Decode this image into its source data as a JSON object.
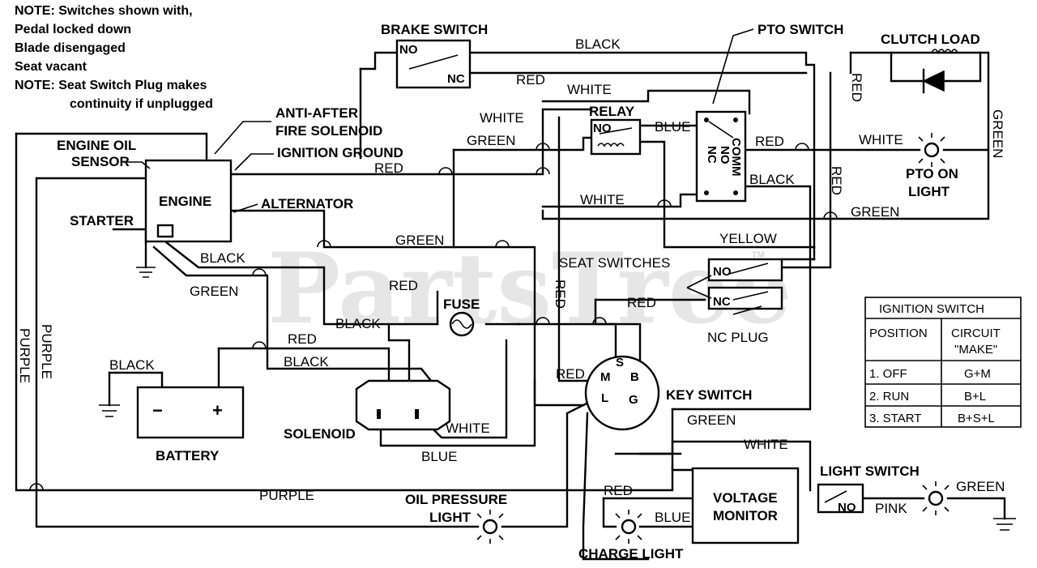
{
  "notes": [
    "NOTE: Switches shown with,",
    "Pedal locked down",
    "Blade disengaged",
    "Seat vacant",
    "NOTE: Seat Switch Plug makes",
    "continuity if unplugged"
  ],
  "watermark": "PartsTree",
  "watermark_tm": "TM",
  "components": {
    "brake_switch": "BRAKE SWITCH",
    "pto_switch": "PTO SWITCH",
    "clutch_load": "CLUTCH LOAD",
    "relay": "RELAY",
    "anti_after_fire_1": "ANTI-AFTER",
    "anti_after_fire_2": "FIRE SOLENOID",
    "ignition_ground": "IGNITION GROUND",
    "engine_oil_1": "ENGINE OIL",
    "engine_oil_2": "SENSOR",
    "engine": "ENGINE",
    "alternator": "ALTERNATOR",
    "starter": "STARTER",
    "fuse": "FUSE",
    "seat_switches": "SEAT SWITCHES",
    "nc_plug": "NC PLUG",
    "key_switch": "KEY SWITCH",
    "battery": "BATTERY",
    "solenoid": "SOLENOID",
    "oil_pressure_1": "OIL PRESSURE",
    "oil_pressure_2": "LIGHT",
    "charge_light": "CHARGE LIGHT",
    "voltage_monitor_1": "VOLTAGE",
    "voltage_monitor_2": "MONITOR",
    "light_switch": "LIGHT SWITCH",
    "pto_on_1": "PTO ON",
    "pto_on_2": "LIGHT"
  },
  "contacts": {
    "no": "NO",
    "nc": "NC",
    "comm": "COMM",
    "plus": "+",
    "minus": "−",
    "key_s": "S",
    "key_m": "M",
    "key_b": "B",
    "key_l": "L",
    "key_g": "G"
  },
  "wires": {
    "black": "BLACK",
    "red": "RED",
    "white": "WHITE",
    "green": "GREEN",
    "blue": "BLUE",
    "yellow": "YELLOW",
    "purple": "PURPLE",
    "pink": "PINK"
  },
  "ignition_table": {
    "title": "IGNITION SWITCH",
    "headers": [
      "POSITION",
      "CIRCUIT",
      "\"MAKE\""
    ],
    "rows": [
      {
        "position": "1. OFF",
        "make": "G+M"
      },
      {
        "position": "2. RUN",
        "make": "B+L"
      },
      {
        "position": "3. START",
        "make": "B+S+L"
      }
    ]
  }
}
